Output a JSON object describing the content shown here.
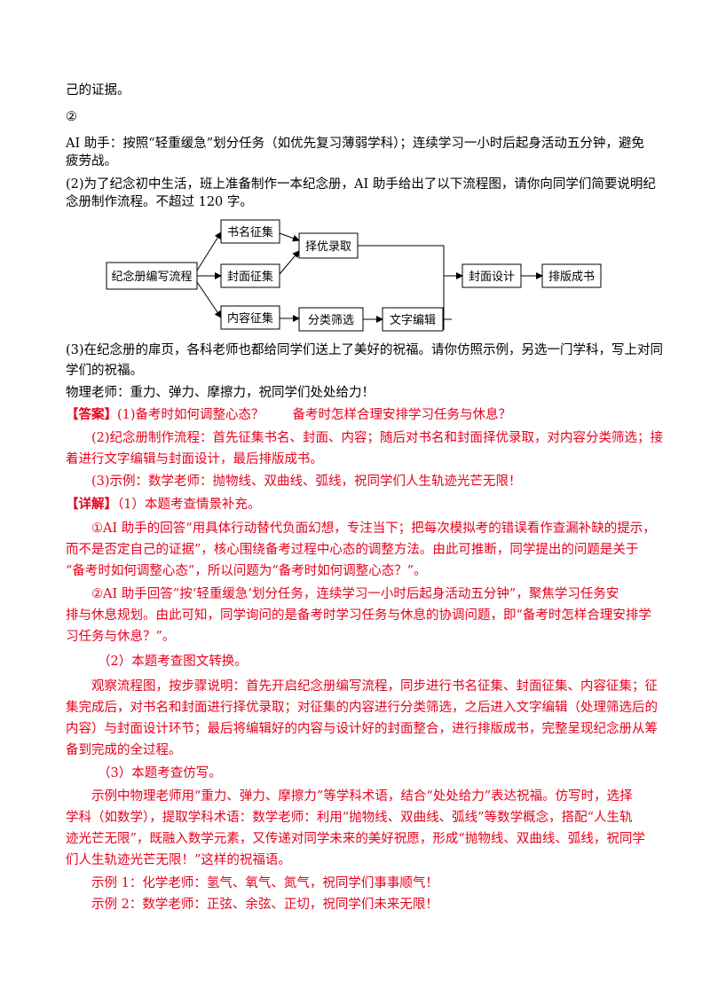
{
  "lines": {
    "l1": "己的证据。",
    "l2": "②",
    "l3": "AI 助手：按照“轻重缓急”划分任务（如优先复习薄弱学科）；连续学习一小时后起身活动五分钟，避免",
    "l4": "疲劳战。",
    "l5": "(2)为了纪念初中生活，班上准备制作一本纪念册，AI 助手给出了以下流程图，请你向同学们简要说明纪",
    "l6": "念册制作流程。不超过 120 字。",
    "l7": "(3)在纪念册的扉页，各科老师也都给同学们送上了美好的祝福。请你仿照示例，另选一门学科，写上对同",
    "l8": "学们的祝福。",
    "l9": "物理老师：重力、弹力、摩擦力，祝同学们处处给力！",
    "ans_label": "【答案】",
    "ans1a": "(1)备考时如何调整心态？",
    "ans1b": "备考时怎样合理安排学习任务与休息？",
    "ans2a": "(2)纪念册制作流程：首先征集书名、封面、内容；随后对书名和封面择优录取，对内容分类筛选；接",
    "ans2b": "着进行文字编辑与封面设计，最后排版成书。",
    "ans3": "(3)示例：数学老师：抛物线、双曲线、弧线，祝同学们人生轨迹光芒无限！",
    "det_label": "【详解】",
    "det1": "（1）本题考查情景补充。",
    "d1a": "①AI 助手的回答“用具体行动替代负面幻想，专注当下；把每次模拟考的错误看作查漏补缺的提示，",
    "d1b": "而不是否定自己的证据”，核心围绕备考过程中心态的调整方法。由此可推断，同学提出的问题是关于",
    "d1c": "“备考时如何调整心态”，所以问题为“备考时如何调整心态？”。",
    "d2a": "②AI 助手回答“按‘轻重缓急’划分任务，连续学习一小时后起身活动五分钟”，聚焦学习任务安",
    "d2b": "排与休息规划。由此可知，同学询问的是备考时学习任务与休息的协调问题，即“备考时怎样合理安排学",
    "d2c": "习任务与休息？”。",
    "d3": "（2）本题考查图文转换。",
    "d4a": "观察流程图，按步骤说明：首先开启纪念册编写流程，同步进行书名征集、封面征集、内容征集；征",
    "d4b": "集完成后，对书名和封面进行择优录取；对征集的内容进行分类筛选，之后进入文字编辑（处理筛选后的",
    "d4c": "内容）与封面设计环节；最后将编辑好的内容与设计好的封面整合，进行排版成书，完整呈现纪念册从筹",
    "d4d": "备到完成的全过程。",
    "d5": "（3）本题考查仿写。",
    "d6a": "示例中物理老师用“重力、弹力、摩擦力”等学科术语，结合“处处给力”表达祝福。仿写时，选择",
    "d6b": "学科（如数学），提取学科术语：数学老师：利用“抛物线、双曲线、弧线”等数学概念，搭配“人生轨",
    "d6c": "迹光芒无限”，既融入数学元素，又传递对同学未来的美好祝愿，形成“抛物线、双曲线、弧线，祝同学",
    "d6d": "们人生轨迹光芒无限！”这样的祝福语。",
    "ex1": "示例 1：化学老师：氢气、氧气、氮气，祝同学们事事顺气！",
    "ex2": "示例 2：数学老师：正弦、余弦、正切，祝同学们未来无限！"
  },
  "flowchart": {
    "start": "纪念册编写流程",
    "title_collect": "书名征集",
    "cover_collect": "封面征集",
    "content_collect": "内容征集",
    "select_best": "择优录取",
    "classify": "分类筛选",
    "text_edit": "文字编辑",
    "cover_design": "封面设计",
    "layout": "排版成书"
  }
}
